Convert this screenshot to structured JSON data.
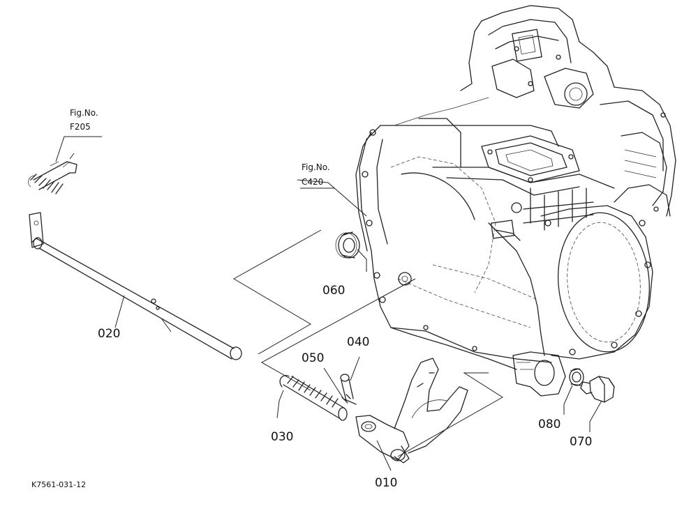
{
  "refs": {
    "f205_line1": "Fig.No.",
    "f205_line2": "F205",
    "c420_line1": "Fig.No.",
    "c420_line2": "C420"
  },
  "parts": {
    "p010": "010",
    "p020": "020",
    "p030": "030",
    "p040": "040",
    "p050": "050",
    "p060": "060",
    "p070": "070",
    "p080": "080"
  },
  "drawing_code": "K7561-031-12"
}
